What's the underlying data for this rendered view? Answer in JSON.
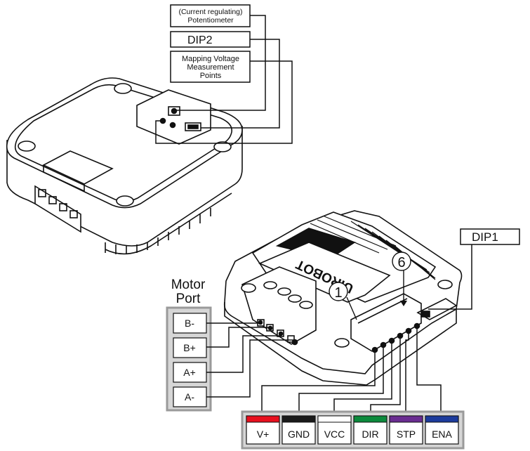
{
  "top_labels": {
    "potentiometer_line1": "(Current regulating)",
    "potentiometer_line2": "Potentiometer",
    "dip2": "DIP2",
    "mapping_line1": "Mapping Voltage",
    "mapping_line2": "Measurement",
    "mapping_line3": "Points"
  },
  "dip1": "DIP1",
  "motor_port": {
    "title_line1": "Motor",
    "title_line2": "Port",
    "pins": [
      "B-",
      "B+",
      "A+",
      "A-"
    ]
  },
  "markers": {
    "pin1": "1",
    "pin6": "6"
  },
  "brand": "UIROBOT",
  "signal_pins": [
    {
      "label": "V+",
      "color": "#e8101e"
    },
    {
      "label": "GND",
      "color": "#1a1a1a"
    },
    {
      "label": "VCC",
      "color": "#ffffff"
    },
    {
      "label": "DIR",
      "color": "#0b8a3c"
    },
    {
      "label": "STP",
      "color": "#6a2c91"
    },
    {
      "label": "ENA",
      "color": "#1c3b9c"
    }
  ],
  "colors": {
    "panel_border": "#9a9a9a",
    "panel_fill": "#d6d6d6"
  }
}
